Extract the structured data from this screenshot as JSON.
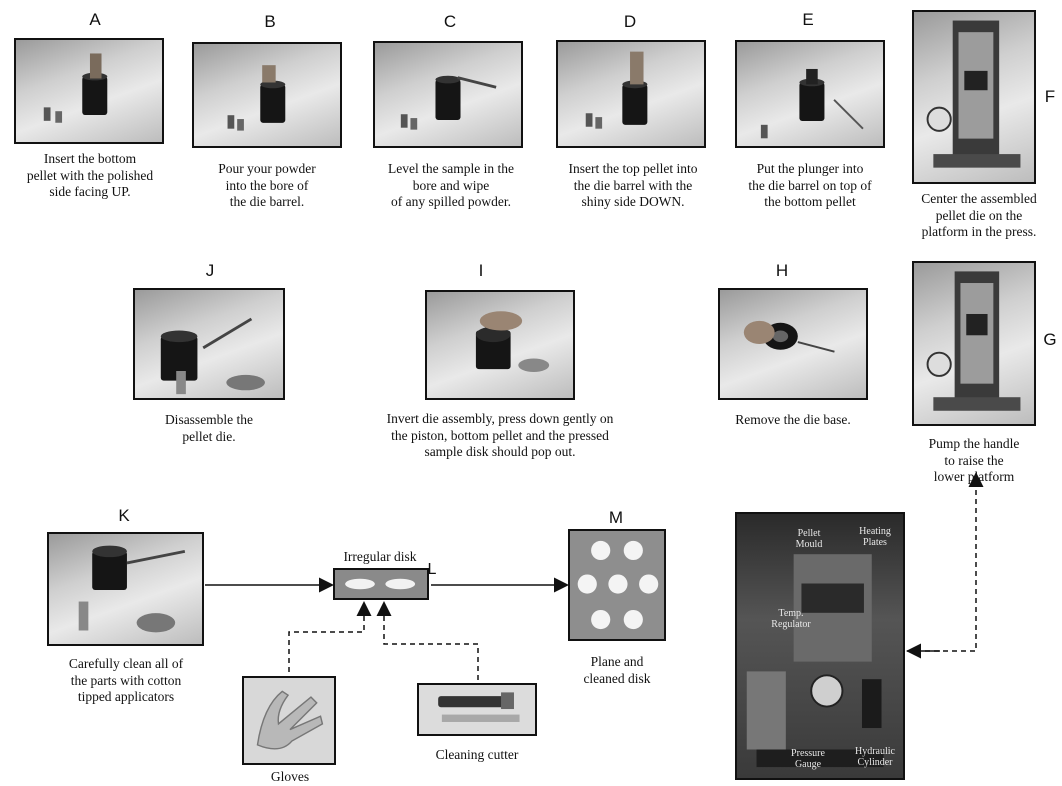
{
  "steps": {
    "A": {
      "letter": "A",
      "caption": "Insert the bottom\npellet with the polished\nside facing UP."
    },
    "B": {
      "letter": "B",
      "caption": "Pour your powder\ninto the bore of\nthe die barrel."
    },
    "C": {
      "letter": "C",
      "caption": "Level the sample in the\nbore and wipe\nof any spilled powder."
    },
    "D": {
      "letter": "D",
      "caption": "Insert the top pellet into\nthe die barrel with the\nshiny side DOWN."
    },
    "E": {
      "letter": "E",
      "caption": "Put the plunger into\nthe die barrel on top of\nthe bottom pellet"
    },
    "F": {
      "letter": "F",
      "caption": "Center the assembled\npellet die on the\nplatform in the press."
    },
    "G": {
      "letter": "G",
      "caption": "Pump the handle\nto raise the\nlower platform"
    },
    "H": {
      "letter": "H",
      "caption": "Remove the die base."
    },
    "I": {
      "letter": "I",
      "caption": "Invert die assembly, press down gently on\nthe piston, bottom pellet and the pressed\nsample disk should pop out."
    },
    "J": {
      "letter": "J",
      "caption": "Disassemble the\npellet die."
    },
    "K": {
      "letter": "K",
      "caption": "Carefully clean all of\nthe parts with cotton\ntipped applicators"
    },
    "L": {
      "letter": "L",
      "title": "Irregular disk"
    },
    "M": {
      "letter": "M",
      "caption": "Plane and\ncleaned disk"
    }
  },
  "tools": {
    "gloves": "Gloves",
    "cutter": "Cleaning cutter"
  },
  "press_labels": {
    "pellet_mould": "Pellet\nMould",
    "heating_plates": "Heating\nPlates",
    "temp_regulator": "Temp.\nRegulator",
    "pressure_gauge": "Pressure\nGauge",
    "hydraulic_cylinder": "Hydraulic\nCylinder"
  }
}
